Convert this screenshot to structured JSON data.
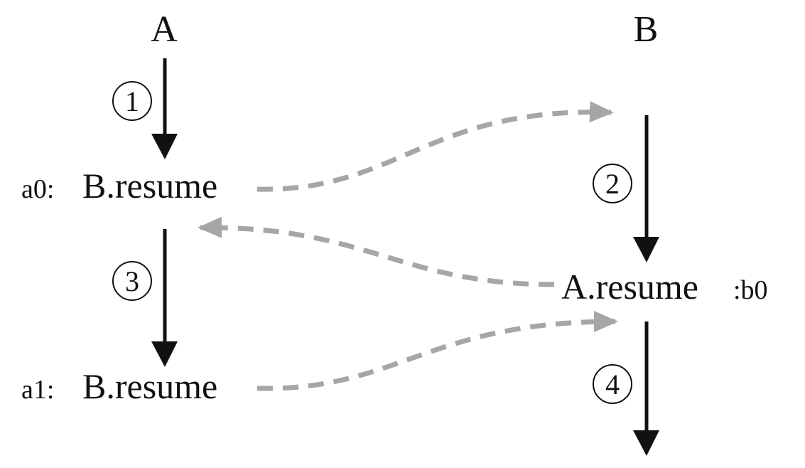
{
  "columns": {
    "left": "A",
    "right": "B"
  },
  "steps": [
    "1",
    "2",
    "3",
    "4"
  ],
  "nodes": {
    "a0_label": "a0:",
    "a0_call": "B.resume",
    "a1_label": "a1:",
    "a1_call": "B.resume",
    "b0_call": "A.resume",
    "b0_label": ":b0"
  },
  "colors": {
    "solid_arrow": "#111111",
    "dashed_arrow": "#a6a6a6"
  }
}
